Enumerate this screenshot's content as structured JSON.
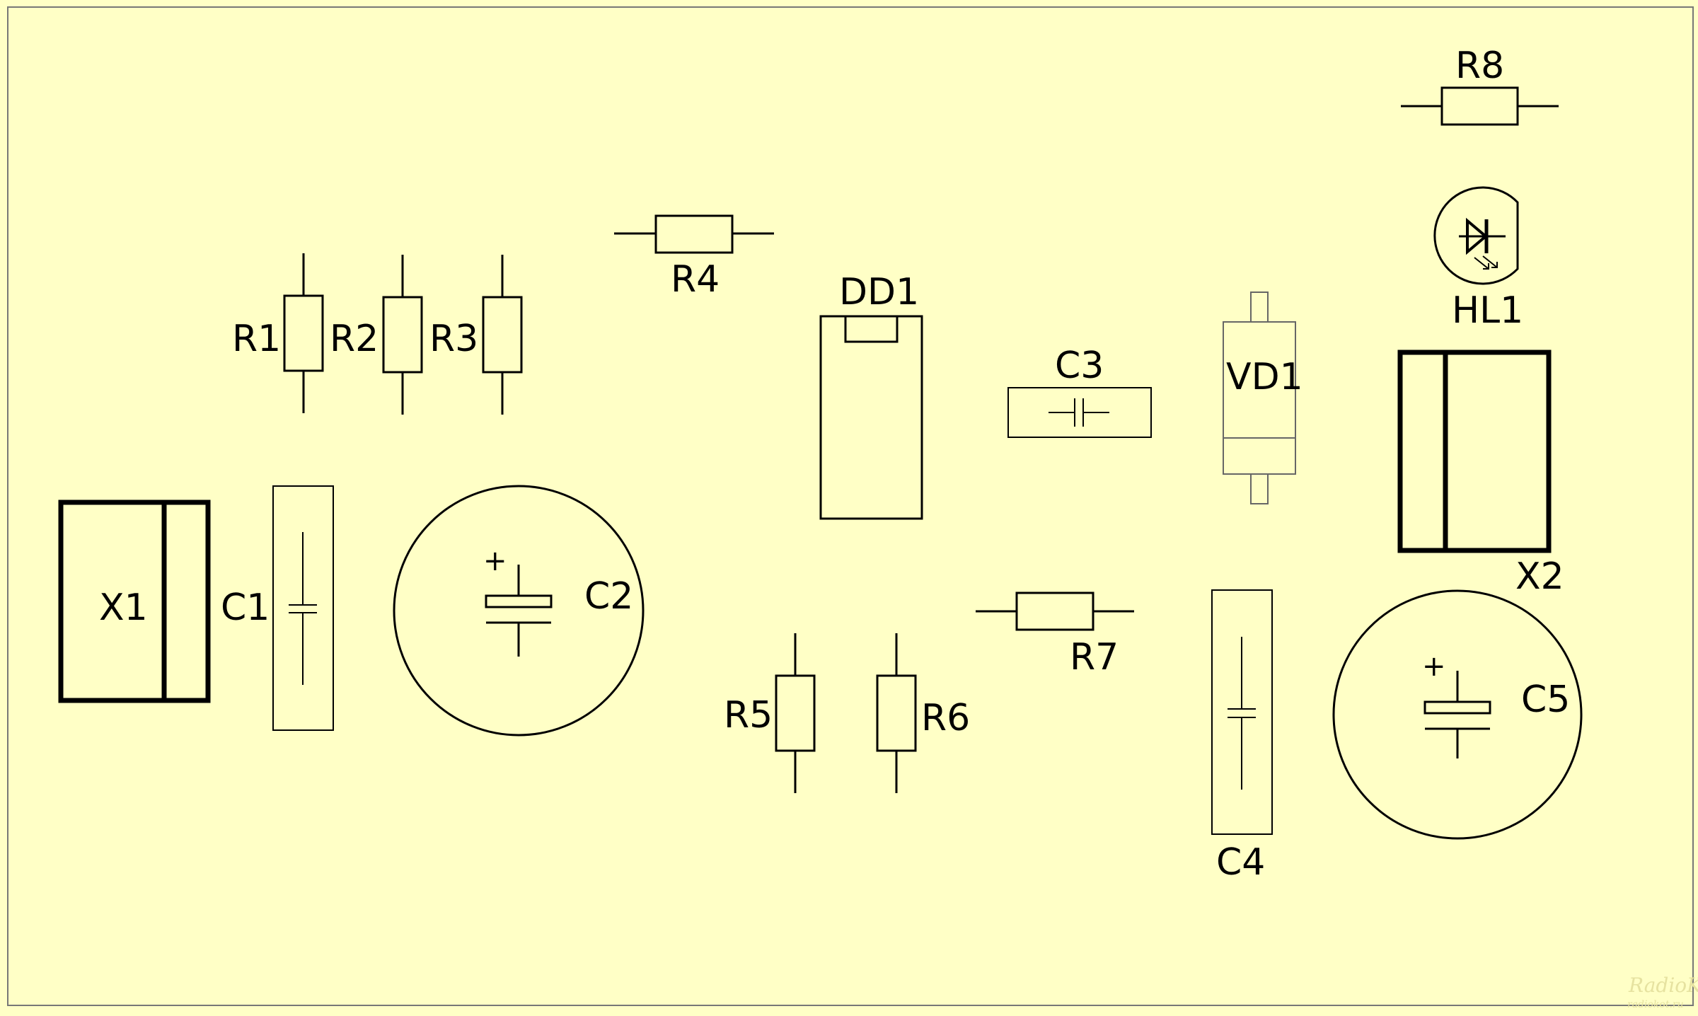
{
  "board": {
    "background": "#ffffc6",
    "stroke_color": "#000000",
    "components": {
      "X1": "X1",
      "X2": "X2",
      "C1": "C1",
      "C2": "C2",
      "C3": "C3",
      "C4": "C4",
      "C5": "C5",
      "R1": "R1",
      "R2": "R2",
      "R3": "R3",
      "R4": "R4",
      "R5": "R5",
      "R6": "R6",
      "R7": "R7",
      "R8": "R8",
      "DD1": "DD1",
      "VD1": "VD1",
      "HL1": "HL1"
    },
    "polarity_mark": "+"
  },
  "watermark": {
    "logo": "RadioKOT",
    "url": "radiokot.ru"
  }
}
